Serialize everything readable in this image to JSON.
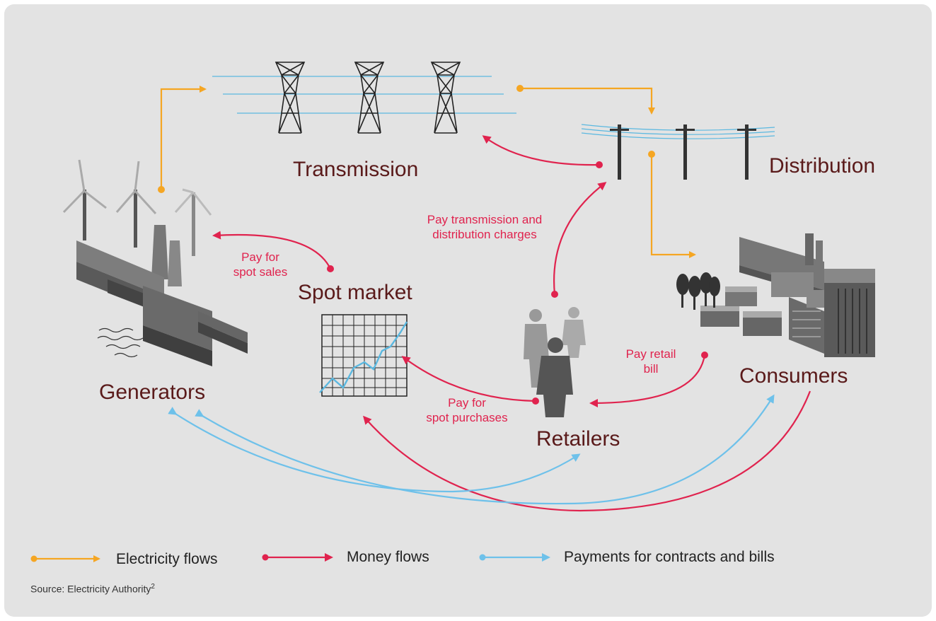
{
  "colors": {
    "electricity": "#f5a623",
    "money": "#e0234e",
    "payments": "#6ec1ea",
    "node_label": "#5a1a1a"
  },
  "nodes": {
    "transmission": "Transmission",
    "distribution": "Distribution",
    "generators": "Generators",
    "spot_market": "Spot market",
    "retailers": "Retailers",
    "consumers": "Consumers"
  },
  "flows": {
    "pay_transmission": [
      "Pay transmission and",
      "distribution charges"
    ],
    "pay_spot_sales": [
      "Pay for",
      "spot sales"
    ],
    "pay_retail_bill": [
      "Pay retail",
      "bill"
    ],
    "pay_spot_purchases": [
      "Pay for",
      "spot purchases"
    ]
  },
  "legend": {
    "electricity": "Electricity flows",
    "money": "Money flows",
    "payments": "Payments for contracts and bills"
  },
  "source": {
    "text": "Source: Electricity Authority",
    "footnote": "2"
  },
  "icons": [
    "transmission-tower-icon",
    "power-line-icon",
    "wind-turbine-icon",
    "power-plant-icon",
    "spot-chart-icon",
    "people-icon",
    "city-icon",
    "tree-icon"
  ]
}
